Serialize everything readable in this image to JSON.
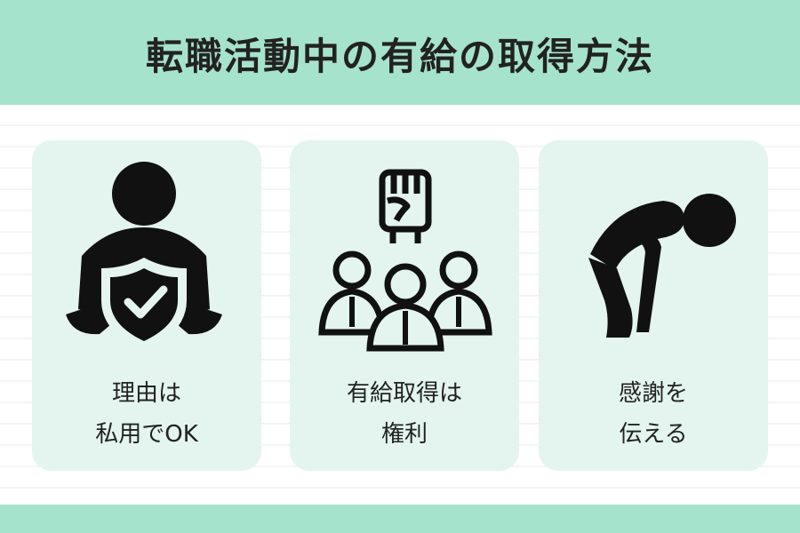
{
  "title": "転職活動中の有給の取得方法",
  "colors": {
    "header_band": "#a6e3cd",
    "card_background": "#e3f5ee",
    "icon_fill": "#111111"
  },
  "cards": [
    {
      "icon": "person-holding-shield-check-icon",
      "lines": [
        "理由は",
        "私用でOK"
      ]
    },
    {
      "icon": "raised-fist-over-group-icon",
      "lines": [
        "有給取得は",
        "権利"
      ]
    },
    {
      "icon": "bowing-person-icon",
      "lines": [
        "感謝を",
        "伝える"
      ]
    }
  ]
}
